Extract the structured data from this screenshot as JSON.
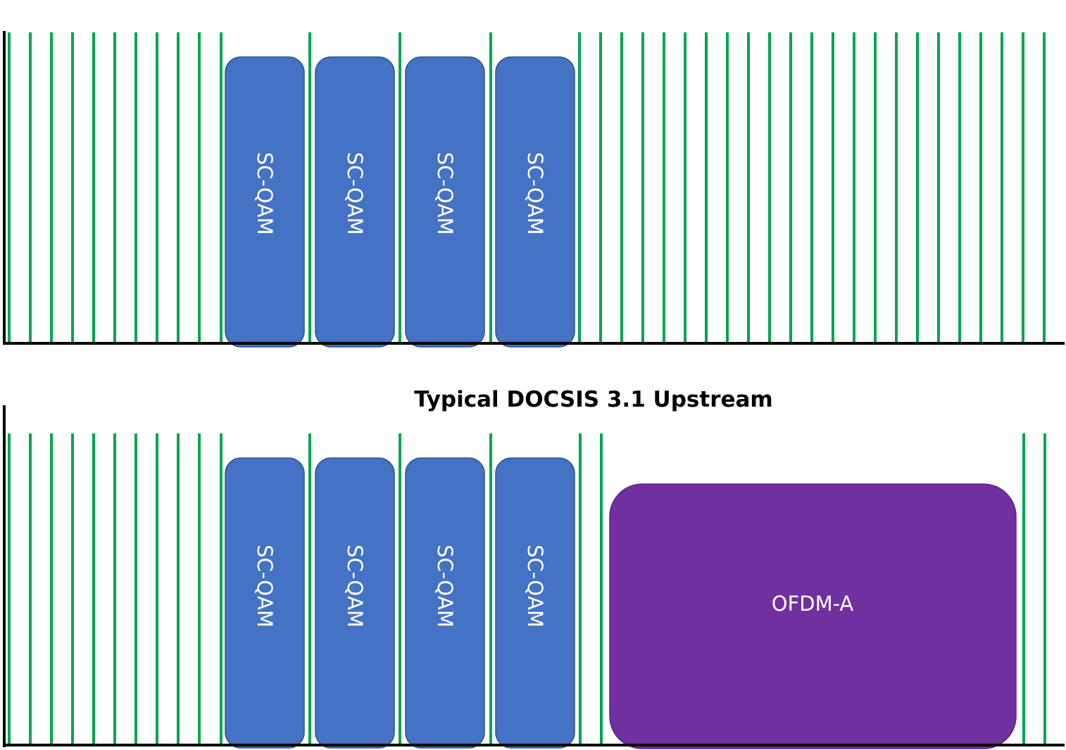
{
  "colors": {
    "axis": "#000000",
    "carrier": "#00a651",
    "sc_qam_fill": "#4472c4",
    "sc_qam_stroke": "#2f528f",
    "ofdma_fill": "#7030a0",
    "ofdma_stroke": "#5b2583",
    "label": "#ffffff"
  },
  "panels": [
    {
      "caption": "",
      "sc_qam_channels": [
        "SC-QAM",
        "SC-QAM",
        "SC-QAM",
        "SC-QAM"
      ],
      "ofdma_block": null
    },
    {
      "caption": "Typical DOCSIS 3.1 Upstream",
      "sc_qam_channels": [
        "SC-QAM",
        "SC-QAM",
        "SC-QAM",
        "SC-QAM"
      ],
      "ofdma_block": {
        "label": "OFDM-A"
      }
    }
  ]
}
